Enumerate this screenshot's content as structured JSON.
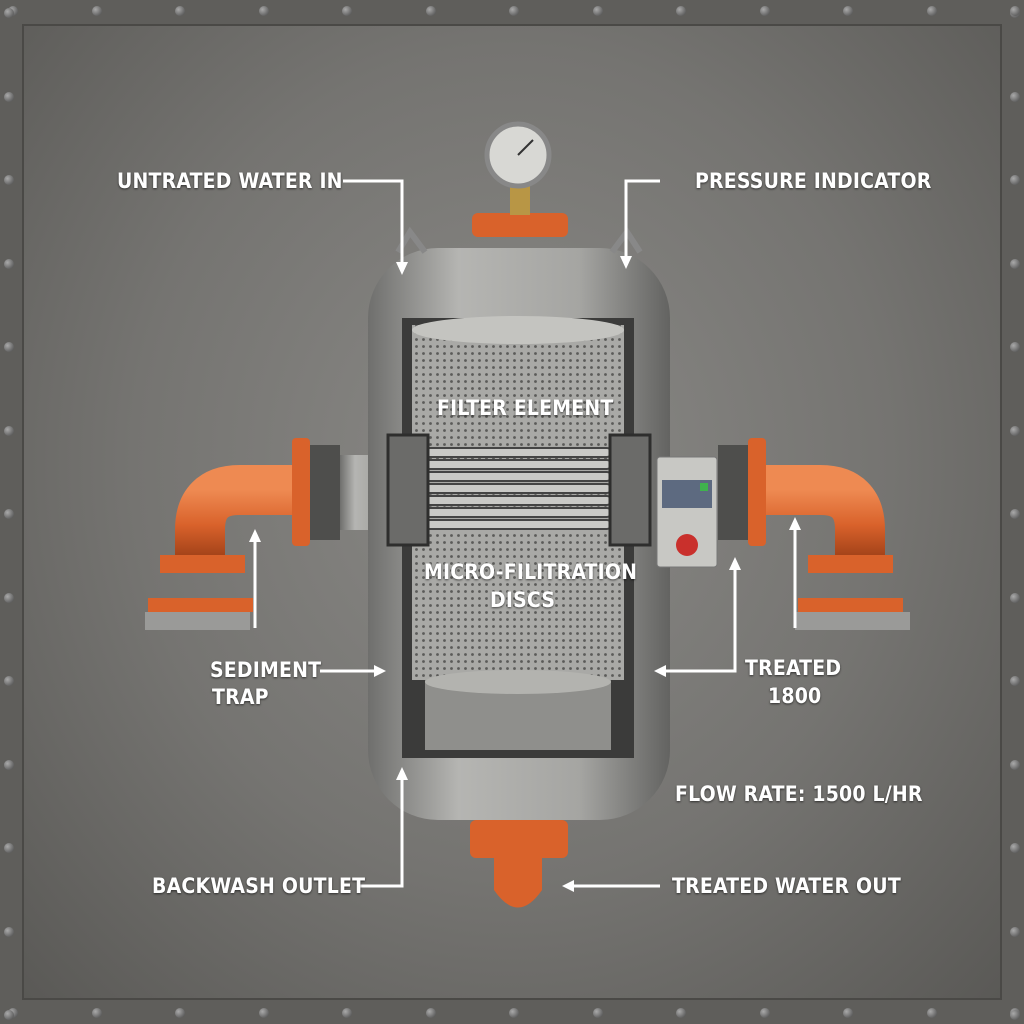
{
  "labels": {
    "untreated_in": "UNTRATED WATER IN",
    "pressure_indicator": "PRESSURE INDICATOR",
    "filter_element": "FILTER ELEMENT",
    "micro_discs_1": "MICRO-FILITRATION",
    "micro_discs_2": "DISCS",
    "sediment_1": "SEDIMENT",
    "sediment_2": "TRAP",
    "treated_1": "TREATED",
    "treated_2": "1800",
    "flow_rate": "FLOW RATE: 1500 L/HR",
    "backwash": "BACKWASH OUTLET",
    "treated_out": "TREATED WATER OUT"
  },
  "colors": {
    "pipe": "#d9622b",
    "steel": "#9a9a98",
    "panel": "#7a7976",
    "label": "#ffffff",
    "stop_button": "#c9302c"
  }
}
